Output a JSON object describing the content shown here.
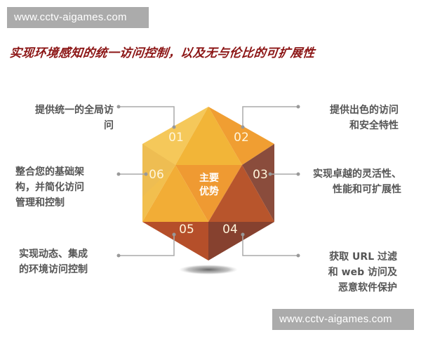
{
  "watermarks": {
    "top": "www.cctv-aigames.com",
    "bottom": "www.cctv-aigames.com"
  },
  "headline": "实现环境感知的统一访问控制，以及无与伦比的可扩展性",
  "center": {
    "line1": "主要",
    "line2": "优势"
  },
  "segments": [
    {
      "number": "01",
      "lines": [
        "提供统一的全局访",
        "问"
      ],
      "color": "#f5c451"
    },
    {
      "number": "02",
      "lines": [
        "提供出色的访问",
        "和安全特性"
      ],
      "color": "#ef9a30"
    },
    {
      "number": "03",
      "lines": [
        "实现卓越的灵活性、",
        "性能和可扩展性"
      ],
      "color": "#8a4a3a"
    },
    {
      "number": "04",
      "lines": [
        "获取 URL 过滤",
        "和 web 访问及",
        "恶意软件保护"
      ],
      "color": "#86402f"
    },
    {
      "number": "05",
      "lines": [
        "实现动态、集成",
        "的环境访问控制"
      ],
      "color": "#b9522c"
    },
    {
      "number": "06",
      "lines": [
        "整合您的基础架",
        "构，并简化访问",
        "管理和控制"
      ],
      "color": "#f0bc4a"
    }
  ],
  "colors": {
    "headline": "#8b1414",
    "label_text": "#555555",
    "connector": "#aaaaaa",
    "watermark_bg": "#ababab"
  }
}
